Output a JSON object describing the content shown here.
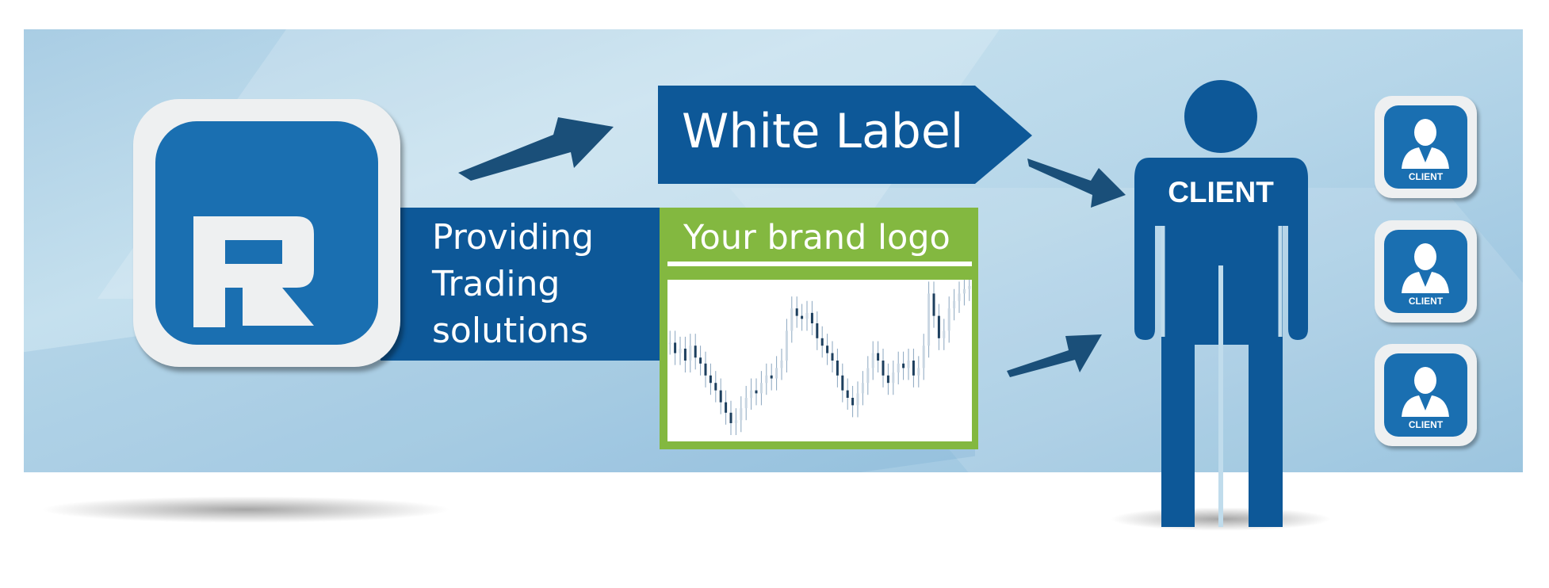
{
  "logo": {
    "letter": "R",
    "brand_color": "#1a6fb1"
  },
  "tagline": {
    "lines": [
      "Providing",
      "Trading",
      "solutions"
    ]
  },
  "white_label": {
    "label": "White Label",
    "color": "#0d5898"
  },
  "brand_box": {
    "title": "Your brand logo",
    "color": "#83b840"
  },
  "client_figure": {
    "label": "CLIENT",
    "color": "#0d5898"
  },
  "client_tiles": [
    {
      "label": "CLIENT"
    },
    {
      "label": "CLIENT"
    },
    {
      "label": "CLIENT"
    }
  ],
  "price_series": [
    62,
    55,
    58,
    50,
    60,
    52,
    48,
    40,
    35,
    30,
    22,
    15,
    8,
    10,
    18,
    25,
    30,
    28,
    35,
    40,
    38,
    45,
    50,
    70,
    85,
    80,
    78,
    82,
    75,
    65,
    60,
    55,
    50,
    40,
    30,
    25,
    20,
    28,
    35,
    45,
    55,
    50,
    40,
    35,
    42,
    48,
    45,
    50,
    40,
    45,
    60,
    95,
    80,
    65,
    70,
    85,
    90,
    95,
    98,
    100
  ]
}
